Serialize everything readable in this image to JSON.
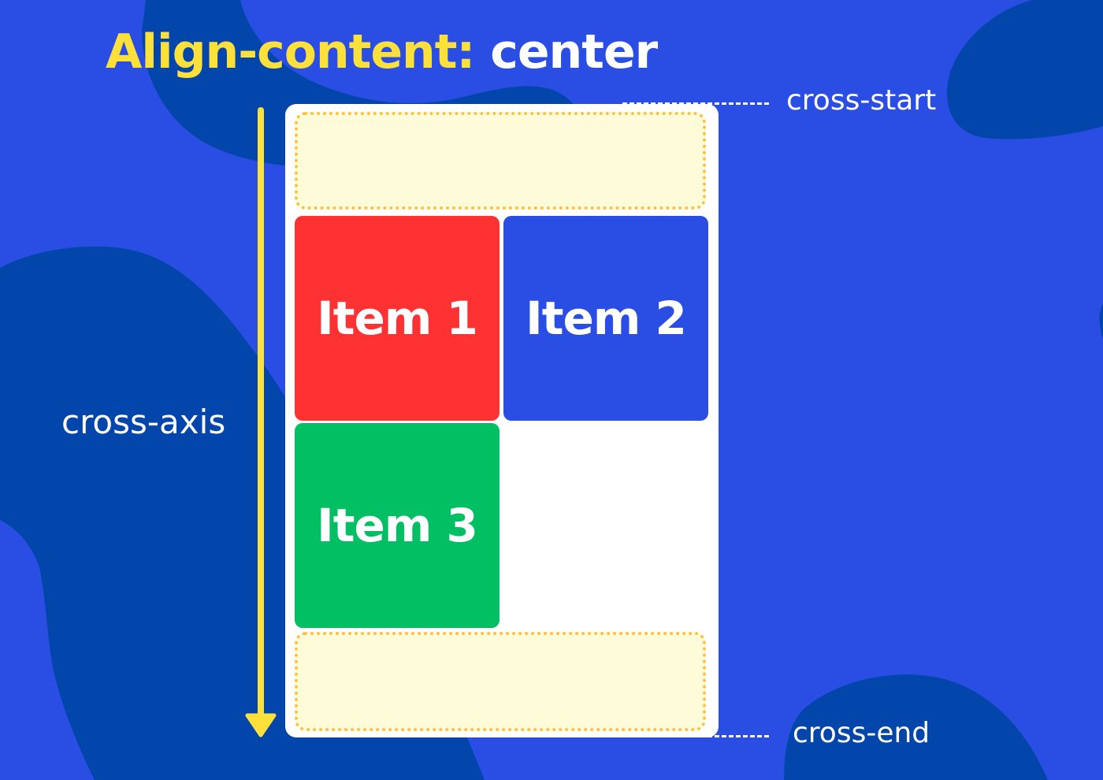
{
  "title": {
    "property": "Align-content:",
    "value": "center"
  },
  "labels": {
    "axis": "cross-axis",
    "start": "cross-start",
    "end": "cross-end"
  },
  "items": [
    {
      "label": "Item 1",
      "color": "#fe3233"
    },
    {
      "label": "Item 2",
      "color": "#2a4ee3"
    },
    {
      "label": "Item 3",
      "color": "#02bf64"
    }
  ],
  "colors": {
    "background": "#2a4ee3",
    "blob": "#0346ab",
    "accent": "#fde03a",
    "free_space_fill": "#fefcd8",
    "free_space_border": "#f9c04a",
    "container": "#ffffff"
  }
}
